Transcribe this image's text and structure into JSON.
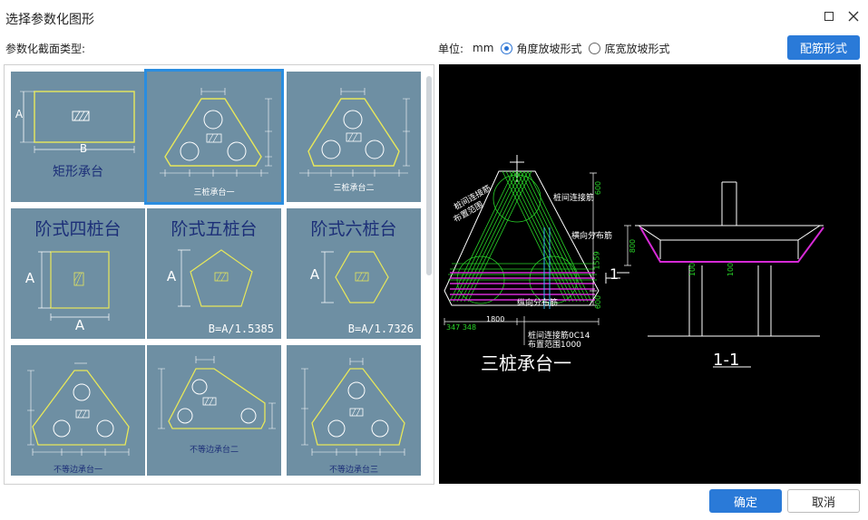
{
  "window": {
    "title": "选择参数化图形"
  },
  "section_label": "参数化截面类型:",
  "units": {
    "label": "单位:",
    "value": "mm",
    "options": [
      {
        "label": "角度放坡形式",
        "checked": true
      },
      {
        "label": "底宽放坡形式",
        "checked": false
      }
    ]
  },
  "buttons": {
    "rebar": "配筋形式",
    "ok": "确定",
    "cancel": "取消"
  },
  "gallery": {
    "items": [
      {
        "label": "矩形承台",
        "dim_a": "A",
        "dim_b": "B",
        "selected": false
      },
      {
        "label": "三桩承台一",
        "selected": true
      },
      {
        "label": "三桩承台二",
        "selected": false
      },
      {
        "label": "阶式四桩台",
        "dim_a": "A",
        "dim_b": "A",
        "selected": false
      },
      {
        "label": "阶式五桩台",
        "dim_a": "A",
        "formula": "B=A/1.5385",
        "selected": false
      },
      {
        "label": "阶式六桩台",
        "dim_a": "A",
        "formula": "B=A/1.7326",
        "selected": false
      },
      {
        "label": "不等边承台一",
        "selected": false
      },
      {
        "label": "不等边承台二",
        "selected": false
      },
      {
        "label": "不等边承台三",
        "selected": false
      }
    ]
  },
  "preview": {
    "title": "三桩承台一",
    "section_mark": "1",
    "section_title": "1-1",
    "annotations": {
      "pile_rebar_1": "桩间连接筋",
      "range_1": "布置范围",
      "pile_rebar_2": "桩间连接筋",
      "horizontal": "横向分布筋",
      "vertical": "纵向分布筋",
      "bottom_rebar": "桩间连接筋0C14",
      "bottom_range": "布置范围1000",
      "dims_left": "347 348",
      "dim_1800": "1800",
      "dim_600a": "600",
      "dim_1559": "1559",
      "dim_600b": "600",
      "dim_800": "800",
      "dim_100a": "100",
      "dim_100b": "100"
    }
  },
  "colors": {
    "accent": "#2a7ad8",
    "thumb_bg": "#6e8fa3",
    "selection": "#2a8de0",
    "shape_outline": "#e8e85a"
  }
}
